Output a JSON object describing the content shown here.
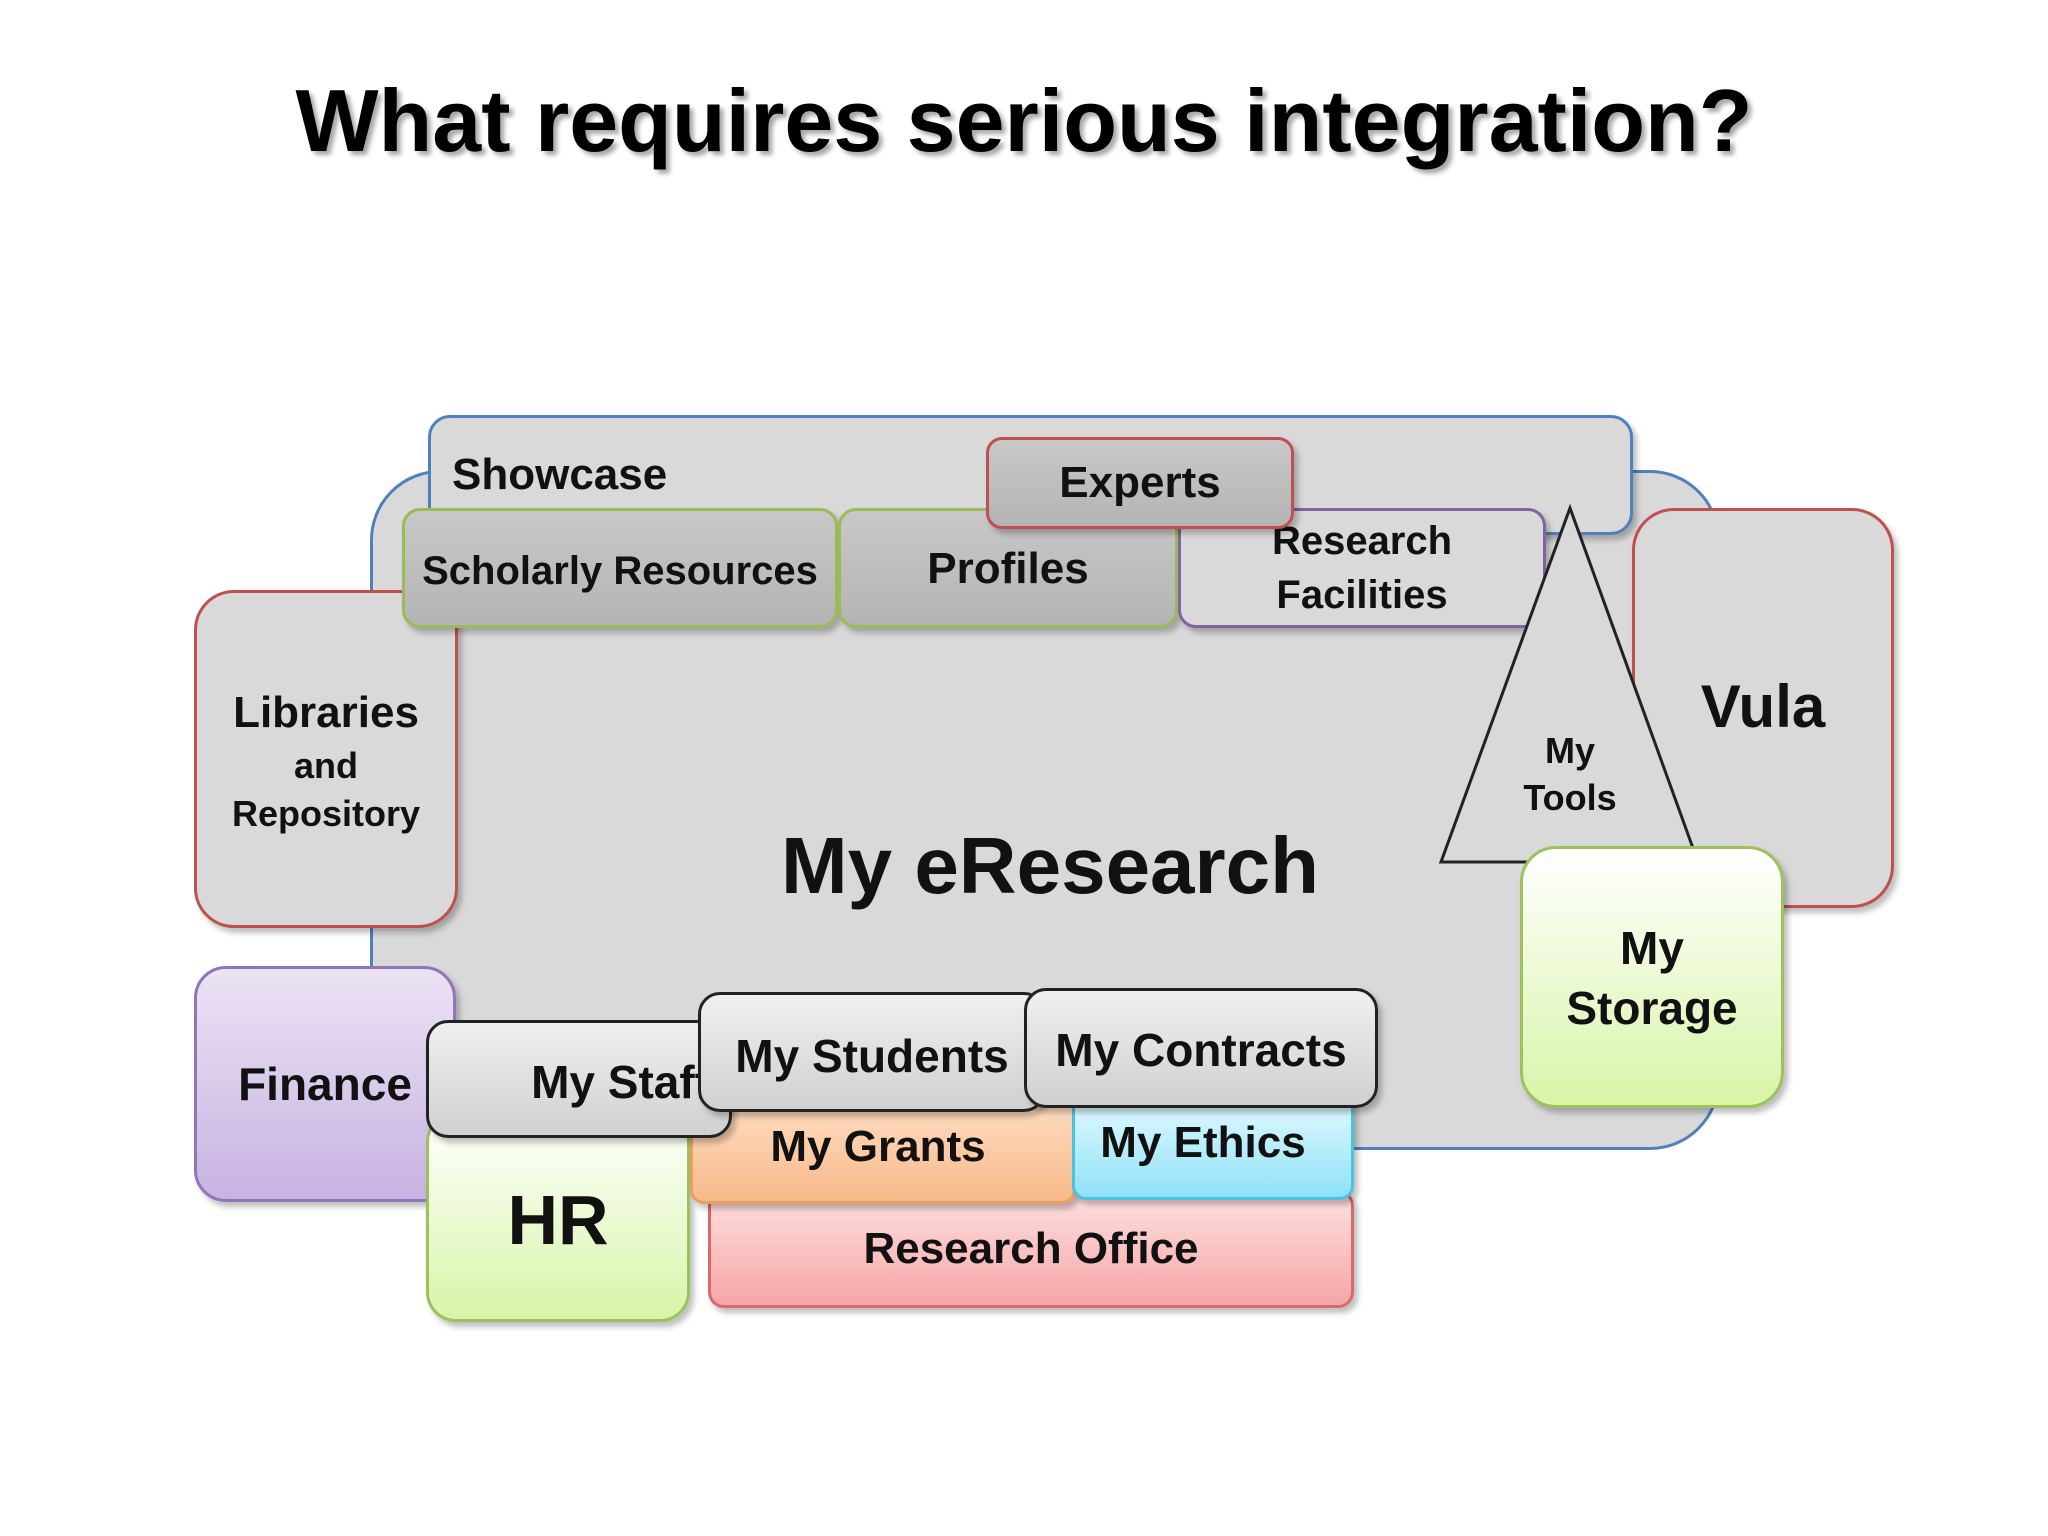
{
  "title": "What requires serious integration?",
  "diagram": {
    "center_label": "My eResearch",
    "showcase": "Showcase",
    "experts": "Experts",
    "scholarly_resources": "Scholarly Resources",
    "profiles": "Profiles",
    "research_facilities": [
      "Research",
      "Facilities"
    ],
    "my_tools": [
      "My",
      "Tools"
    ],
    "vula": "Vula",
    "my_storage": [
      "My",
      "Storage"
    ],
    "libraries": [
      "Libraries",
      "and",
      "Repository"
    ],
    "finance": "Finance",
    "my_staff": "My Staff",
    "hr": "HR",
    "my_students": "My Students",
    "my_contracts": "My Contracts",
    "my_grants": "My Grants",
    "my_ethics": "My Ethics",
    "research_office": "Research Office"
  },
  "colors": {
    "blue_outline": "#4f81bd",
    "red_outline": "#c0504d",
    "green_outline": "#9bbb59",
    "purple_outline": "#8064a2"
  }
}
